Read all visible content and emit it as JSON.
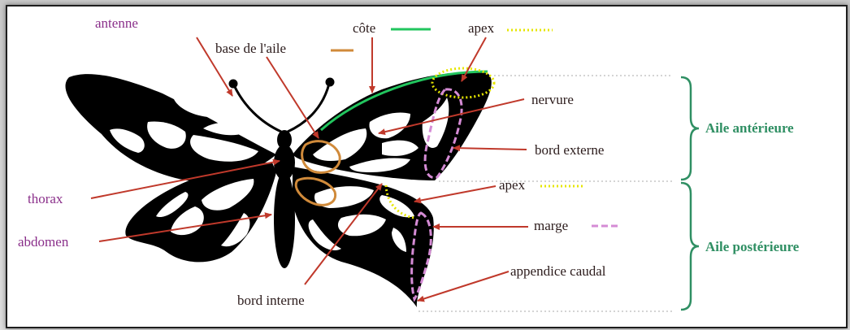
{
  "labels": {
    "antenne": "antenne",
    "base_aile": "base de l'aile",
    "cote": "côte",
    "apex_top": "apex",
    "nervure": "nervure",
    "bord_externe": "bord externe",
    "aile_anterieure": "Aile antérieure",
    "thorax": "thorax",
    "apex_bottom": "apex",
    "abdomen": "abdomen",
    "marge": "marge",
    "aile_posterieure": "Aile postérieure",
    "appendice_caudal": "appendice caudal",
    "bord_interne": "bord interne"
  },
  "colors": {
    "label_purple": "#8a2f8a",
    "label_dark": "#2b1b1b",
    "bracket_green": "#2f8f63",
    "arrow_red": "#c0392b",
    "cote_line": "#22c55e",
    "apex_dotted": "#e6e600",
    "base_outline": "#d08a3a",
    "marge_dashed": "#d58bd5"
  }
}
